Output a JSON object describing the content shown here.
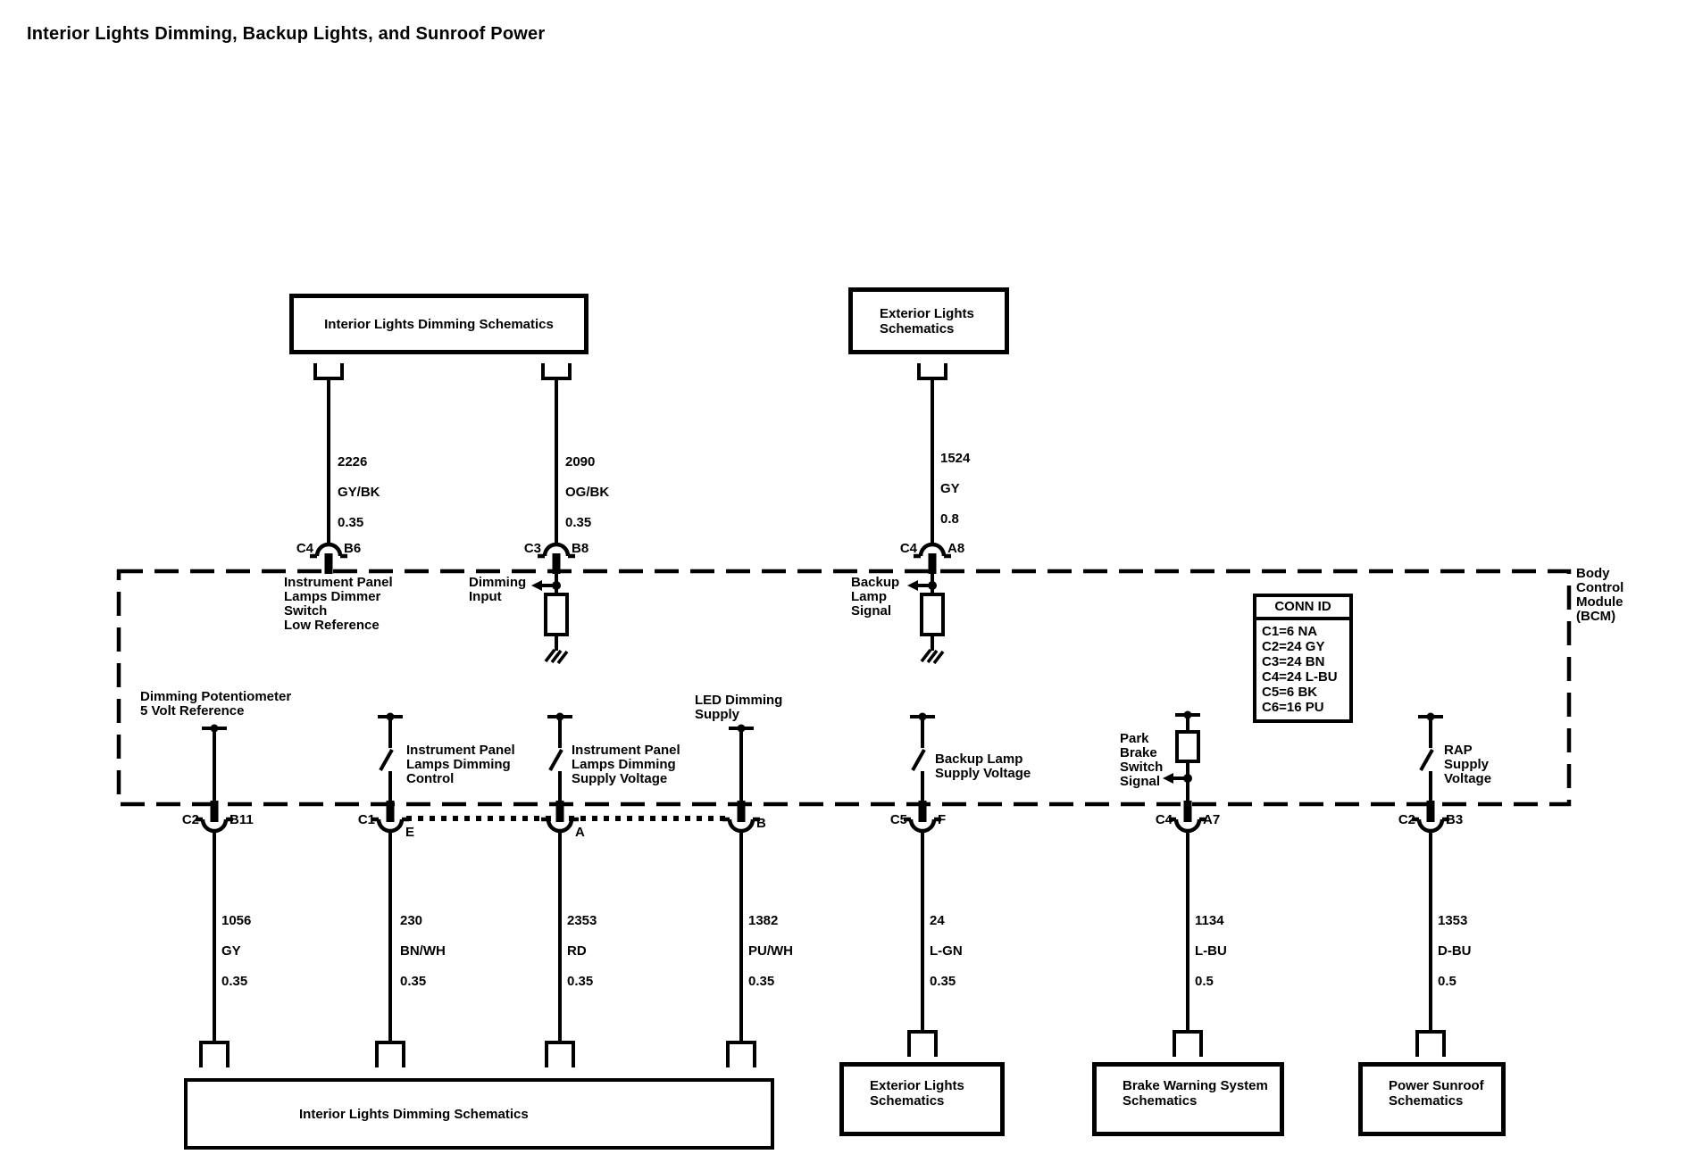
{
  "title": "Interior Lights Dimming, Backup Lights, and Sunroof Power",
  "colors": {
    "ink": "#000000",
    "paper": "#ffffff"
  },
  "schematic_boxes": {
    "top_interior": "Interior Lights Dimming Schematics",
    "top_exterior": "Exterior Lights\nSchematics",
    "bottom_interior": "Interior Lights Dimming Schematics",
    "bottom_exterior": "Exterior Lights\nSchematics",
    "bottom_brake": "Brake Warning System\nSchematics",
    "bottom_sunroof": "Power Sunroof\nSchematics"
  },
  "module": {
    "name": "Body\nControl\nModule\n(BCM)"
  },
  "conn_id_table": {
    "header": "CONN ID",
    "rows": [
      "C1=6 NA",
      "C2=24 GY",
      "C3=24 BN",
      "C4=24 L-BU",
      "C5=6 BK",
      "C6=16 PU"
    ]
  },
  "top_wires": [
    {
      "conn": "C4",
      "pin": "B6",
      "circuit": "2226",
      "color": "GY/BK",
      "size": "0.35"
    },
    {
      "conn": "C3",
      "pin": "B8",
      "circuit": "2090",
      "color": "OG/BK",
      "size": "0.35"
    },
    {
      "conn": "C4",
      "pin": "A8",
      "circuit": "1524",
      "color": "GY",
      "size": "0.8"
    }
  ],
  "bottom_wires": [
    {
      "conn": "C2",
      "pin": "B11",
      "circuit": "1056",
      "color": "GY",
      "size": "0.35"
    },
    {
      "conn": "C1",
      "pin": "E",
      "circuit": "230",
      "color": "BN/WH",
      "size": "0.35"
    },
    {
      "conn": "",
      "pin": "A",
      "circuit": "2353",
      "color": "RD",
      "size": "0.35"
    },
    {
      "conn": "",
      "pin": "B",
      "circuit": "1382",
      "color": "PU/WH",
      "size": "0.35"
    },
    {
      "conn": "C5",
      "pin": "F",
      "circuit": "24",
      "color": "L-GN",
      "size": "0.35"
    },
    {
      "conn": "C4",
      "pin": "A7",
      "circuit": "1134",
      "color": "L-BU",
      "size": "0.5"
    },
    {
      "conn": "C2",
      "pin": "B3",
      "circuit": "1353",
      "color": "D-BU",
      "size": "0.5"
    }
  ],
  "bcm_pins": {
    "dimmer_switch_low_ref": "Instrument Panel\nLamps Dimmer\nSwitch\nLow Reference",
    "dimming_input": "Dimming\nInput",
    "backup_lamp_signal": "Backup\nLamp\nSignal",
    "dimming_potentiometer": "Dimming Potentiometer\n5 Volt Reference",
    "ipl_dimming_control": "Instrument Panel\nLamps Dimming\nControl",
    "ipl_dimming_supply": "Instrument Panel\nLamps Dimming\nSupply Voltage",
    "led_dimming_supply": "LED Dimming\nSupply",
    "backup_lamp_supply": "Backup Lamp\nSupply Voltage",
    "park_brake_switch_signal": "Park\nBrake\nSwitch\nSignal",
    "rap_supply_voltage": "RAP\nSupply\nVoltage"
  }
}
